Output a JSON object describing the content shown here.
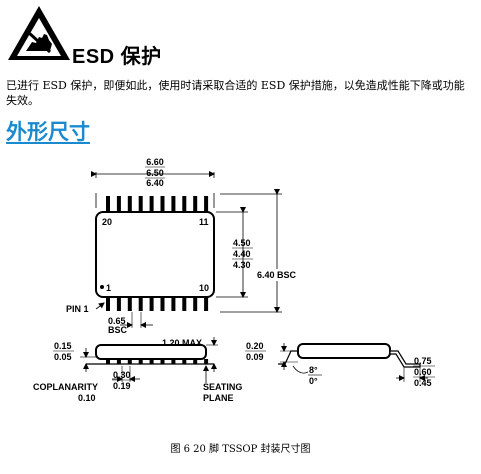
{
  "header": {
    "icon": "esd-warning-icon",
    "title": "ESD 保护"
  },
  "paragraph": "已进行 ESD 保护，即便如此，使用时请采取合适的 ESD 保护措施，以免造成性能下降或功能失效。",
  "section_title": "外形尺寸",
  "drawing": {
    "width": {
      "max": "6.60",
      "nom": "6.50",
      "min": "6.40"
    },
    "body_height": {
      "max": "4.50",
      "nom": "4.40",
      "min": "4.30"
    },
    "total_height": "6.40 BSC",
    "pin1_label": "PIN 1",
    "pin_labels": {
      "top_left": "20",
      "top_right": "11",
      "bottom_left": "1",
      "bottom_right": "10"
    },
    "pitch": {
      "value": "0.65",
      "note": "BSC"
    },
    "standoff": {
      "max": "0.15",
      "min": "0.05"
    },
    "max_height": "1.20 MAX",
    "lead_width": {
      "max": "0.30",
      "min": "0.19"
    },
    "coplanarity": {
      "label": "COPLANARITY",
      "value": "0.10"
    },
    "seating_plane": {
      "line1": "SEATING",
      "line2": "PLANE"
    },
    "lead_thickness": {
      "max": "0.20",
      "min": "0.09"
    },
    "angle": {
      "max": "8°",
      "min": "0°"
    },
    "foot_length": {
      "max": "0.75",
      "nom": "0.60",
      "min": "0.45"
    }
  },
  "caption": "图 6  20 脚 TSSOP 封装尺寸图"
}
